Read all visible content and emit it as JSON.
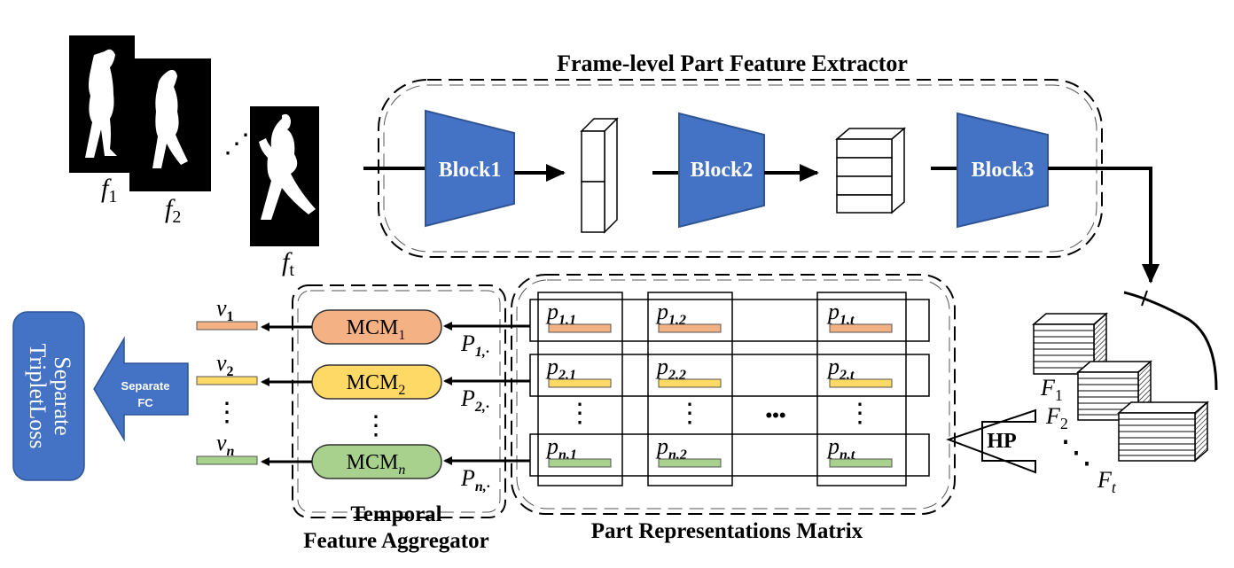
{
  "title_extractor": "Frame-level Part Feature Extractor",
  "blocks": [
    "Block1",
    "Block2",
    "Block3"
  ],
  "frames": {
    "f1": {
      "base": "f",
      "sub": "1"
    },
    "f2": {
      "base": "f",
      "sub": "2"
    },
    "ft": {
      "base": "f",
      "sub": "t"
    },
    "ellipsis": "⋰"
  },
  "feature_maps": {
    "F1": {
      "base": "F",
      "sub": "1"
    },
    "F2": {
      "base": "F",
      "sub": "2"
    },
    "Ft": {
      "base": "F",
      "sub": "t"
    },
    "ellipsis": "⋱"
  },
  "hp_label": "HP",
  "matrix_title": "Part Representations Matrix",
  "aggregator_title_line1": "Temporal",
  "aggregator_title_line2": "Feature Aggregator",
  "separate_fc": {
    "line1": "Separate",
    "line2": "FC"
  },
  "triplet_loss": {
    "line1": "Separate",
    "line2": "TripletLoss"
  },
  "rows": [
    {
      "color": "#f4b183",
      "mcm_color": "#f4b183",
      "mcm": {
        "base": "MCM",
        "sub": "1"
      },
      "v": {
        "base": "v",
        "sub": "1"
      },
      "P": {
        "base": "P",
        "sub": "1,·"
      },
      "cells": [
        {
          "base": "p",
          "sub": "1,1"
        },
        {
          "base": "p",
          "sub": "1,2"
        },
        {
          "base": "p",
          "sub": "1,t"
        }
      ]
    },
    {
      "color": "#ffd966",
      "mcm_color": "#ffd966",
      "mcm": {
        "base": "MCM",
        "sub": "2"
      },
      "v": {
        "base": "v",
        "sub": "2"
      },
      "P": {
        "base": "P",
        "sub": "2,·"
      },
      "cells": [
        {
          "base": "p",
          "sub": "2,1"
        },
        {
          "base": "p",
          "sub": "2,2"
        },
        {
          "base": "p",
          "sub": "2,t"
        }
      ]
    },
    {
      "color": "#a9d18e",
      "mcm_color": "#a9d18e",
      "mcm": {
        "base": "MCM",
        "sub": "n"
      },
      "v": {
        "base": "v",
        "sub": "n"
      },
      "P": {
        "base": "P",
        "sub": "n,·"
      },
      "cells": [
        {
          "base": "p",
          "sub": "n,1"
        },
        {
          "base": "p",
          "sub": "n,2"
        },
        {
          "base": "p",
          "sub": "n,t"
        }
      ]
    }
  ],
  "vdots": "⋮",
  "hdots": "•••",
  "colors": {
    "block": "#4472c4",
    "block_dark": "#2f5597",
    "loss": "#4472c4",
    "stroke": "#000000"
  }
}
